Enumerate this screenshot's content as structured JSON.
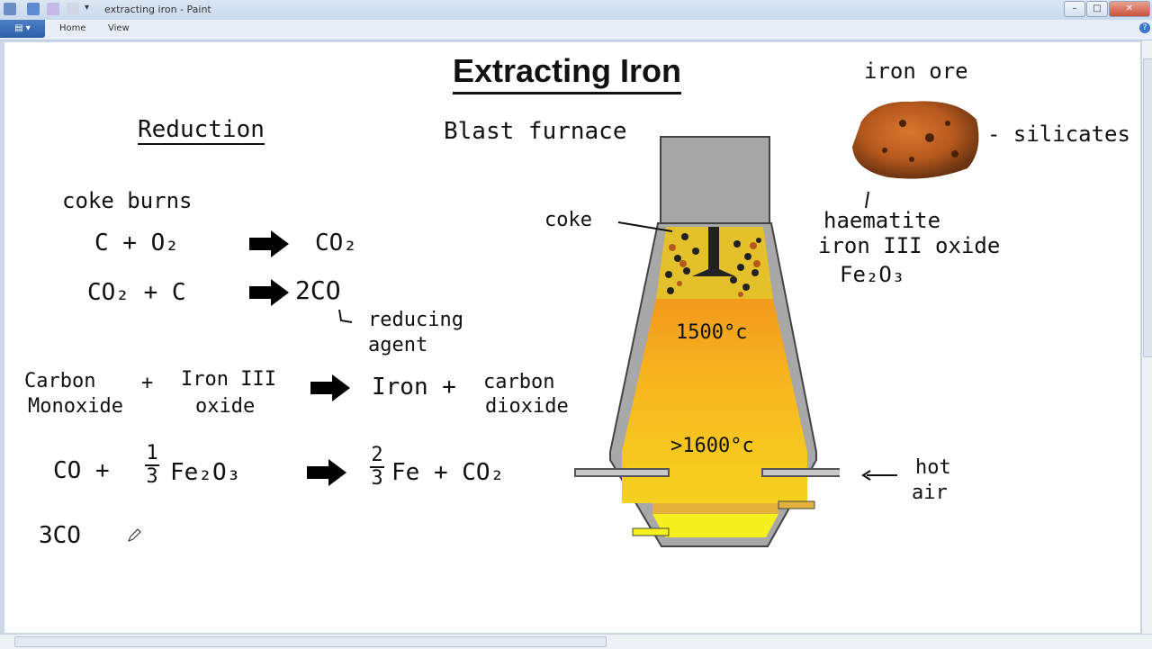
{
  "window": {
    "title": "extracting iron - Paint"
  },
  "ribbon": {
    "tabs": [
      "Home",
      "View"
    ]
  },
  "colors": {
    "title_bar": "#c9d9ee",
    "furnace_gray": "#a0a0a0",
    "furnace_orange": "#f5a623",
    "furnace_yellow": "#f9f02a",
    "ore_brown": "#b5581e"
  },
  "drawing": {
    "title": "Extracting Iron",
    "reduction_heading": "Reduction",
    "furnace_heading": "Blast furnace",
    "coke_burns": "coke burns",
    "eq1_left": "C + O₂",
    "eq1_right": "CO₂",
    "eq2_left": "CO₂ + C",
    "eq2_right": "2CO",
    "reducing_agent_1": "reducing",
    "reducing_agent_2": "agent",
    "word_eq_a1": "Carbon",
    "word_eq_a2": "Monoxide",
    "word_eq_plus": "+",
    "word_eq_b1": "Iron III",
    "word_eq_b2": "oxide",
    "word_eq_c": "Iron +",
    "word_eq_d1": "carbon",
    "word_eq_d2": "dioxide",
    "eq3_co": "CO +",
    "eq3_frac_num": "1",
    "eq3_frac_den": "3",
    "eq3_fe2o3": "Fe₂O₃",
    "eq3_frac2_num": "2",
    "eq3_frac2_den": "3",
    "eq3_right": "Fe + CO₂",
    "eq4": "3CO",
    "coke_label": "coke",
    "temp_1500": "1500°c",
    "temp_1600": ">1600°c",
    "hot_air_1": "hot",
    "hot_air_2": "air",
    "iron_ore": "iron ore",
    "silicates": "- silicates",
    "haematite": "haematite",
    "iron_iii_oxide": "iron III oxide",
    "fe2o3_label": "Fe₂O₃"
  }
}
